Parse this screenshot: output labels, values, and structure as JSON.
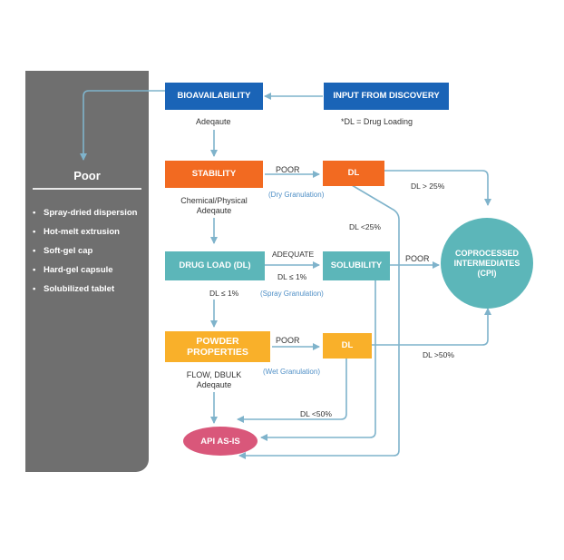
{
  "panel": {
    "title": "Poor",
    "items": [
      "Spray-dried dispersion",
      "Hot-melt extrusion",
      "Soft-gel cap",
      "Hard-gel capsule",
      "Solubilized tablet"
    ]
  },
  "nodes": {
    "bioavailability": "BIOAVAILABILITY",
    "input": "INPUT FROM DISCOVERY",
    "stability": "STABILITY",
    "dl1": "DL",
    "drug_load": "DRUG LOAD (DL)",
    "solubility": "SOLUBILITY",
    "powder": "POWDER PROPERTIES",
    "dl2": "DL",
    "cpi": "COPROCESSED INTERMEDIATES (CPI)",
    "api": "API AS-IS"
  },
  "labels": {
    "dl_note": "*DL = Drug Loading",
    "adequate1": "Adeqaute",
    "chem_line1": "Chemical/Physical",
    "chem_line2": "Adeqaute",
    "poor1": "POOR",
    "dry": "(Dry Granulation)",
    "dl_gt25": "DL > 25%",
    "dl_lt25": "DL <25%",
    "adequate2": "ADEQUATE",
    "dl_le1_a": "DL ≤ 1%",
    "spray": "(Spray Granulation)",
    "poor2": "POOR",
    "dl_le1_b": "DL ≤ 1%",
    "poor3": "POOR",
    "flow_line1": "FLOW, DBULK",
    "flow_line2": "Adeqaute",
    "wet": "(Wet Granulation)",
    "dl_gt50": "DL >50%",
    "dl_lt50": "DL <50%"
  },
  "colors": {
    "blue": "#1a64b7",
    "orange": "#f26a21",
    "teal": "#5cb6b9",
    "yellow": "#f9b02a",
    "pink": "#d9577a",
    "panel": "#6f6f6f",
    "arrow": "#7fb3cb"
  }
}
